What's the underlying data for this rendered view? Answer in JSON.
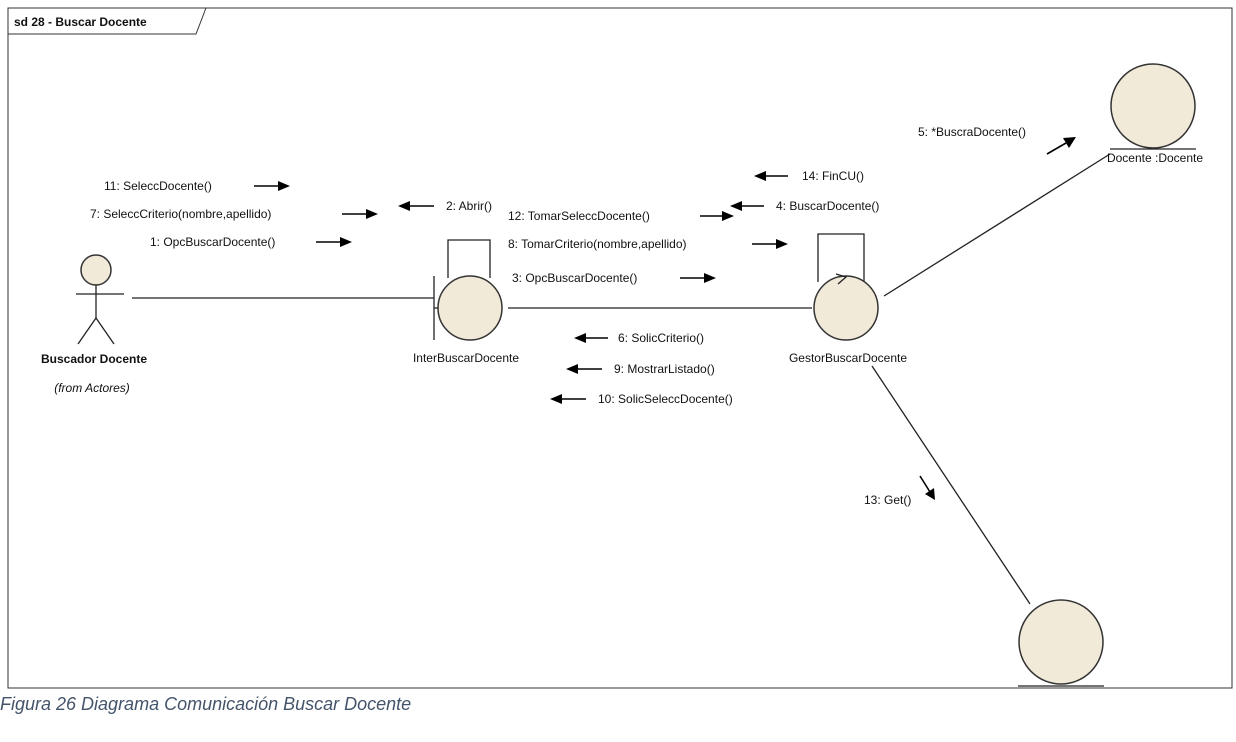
{
  "frame": {
    "title": "sd 28 - Buscar Docente"
  },
  "actor": {
    "name": "Buscador Docente",
    "note": "(from Actores)"
  },
  "objects": {
    "boundary": {
      "name": "InterBuscarDocente"
    },
    "control": {
      "name": "GestorBuscarDocente"
    },
    "entity_docente": {
      "name": "Docente :Docente"
    },
    "entity_bottom": {
      "name": ""
    }
  },
  "messages": {
    "m11": "11: SeleccDocente()",
    "m7": "7: SeleccCriterio(nombre,apellido)",
    "m1": "1: OpcBuscarDocente()",
    "m2": "2: Abrir()",
    "m12": "12: TomarSeleccDocente()",
    "m8": "8: TomarCriterio(nombre,apellido)",
    "m3": "3: OpcBuscarDocente()",
    "m14": "14: FinCU()",
    "m4": "4: BuscarDocente()",
    "m5": "5: *BuscraDocente()",
    "m6": "6: SolicCriterio()",
    "m9": "9: MostrarListado()",
    "m10": "10: SolicSeleccDocente()",
    "m13": "13: Get()"
  },
  "caption": "Figura 26 Diagrama Comunicación Buscar Docente"
}
